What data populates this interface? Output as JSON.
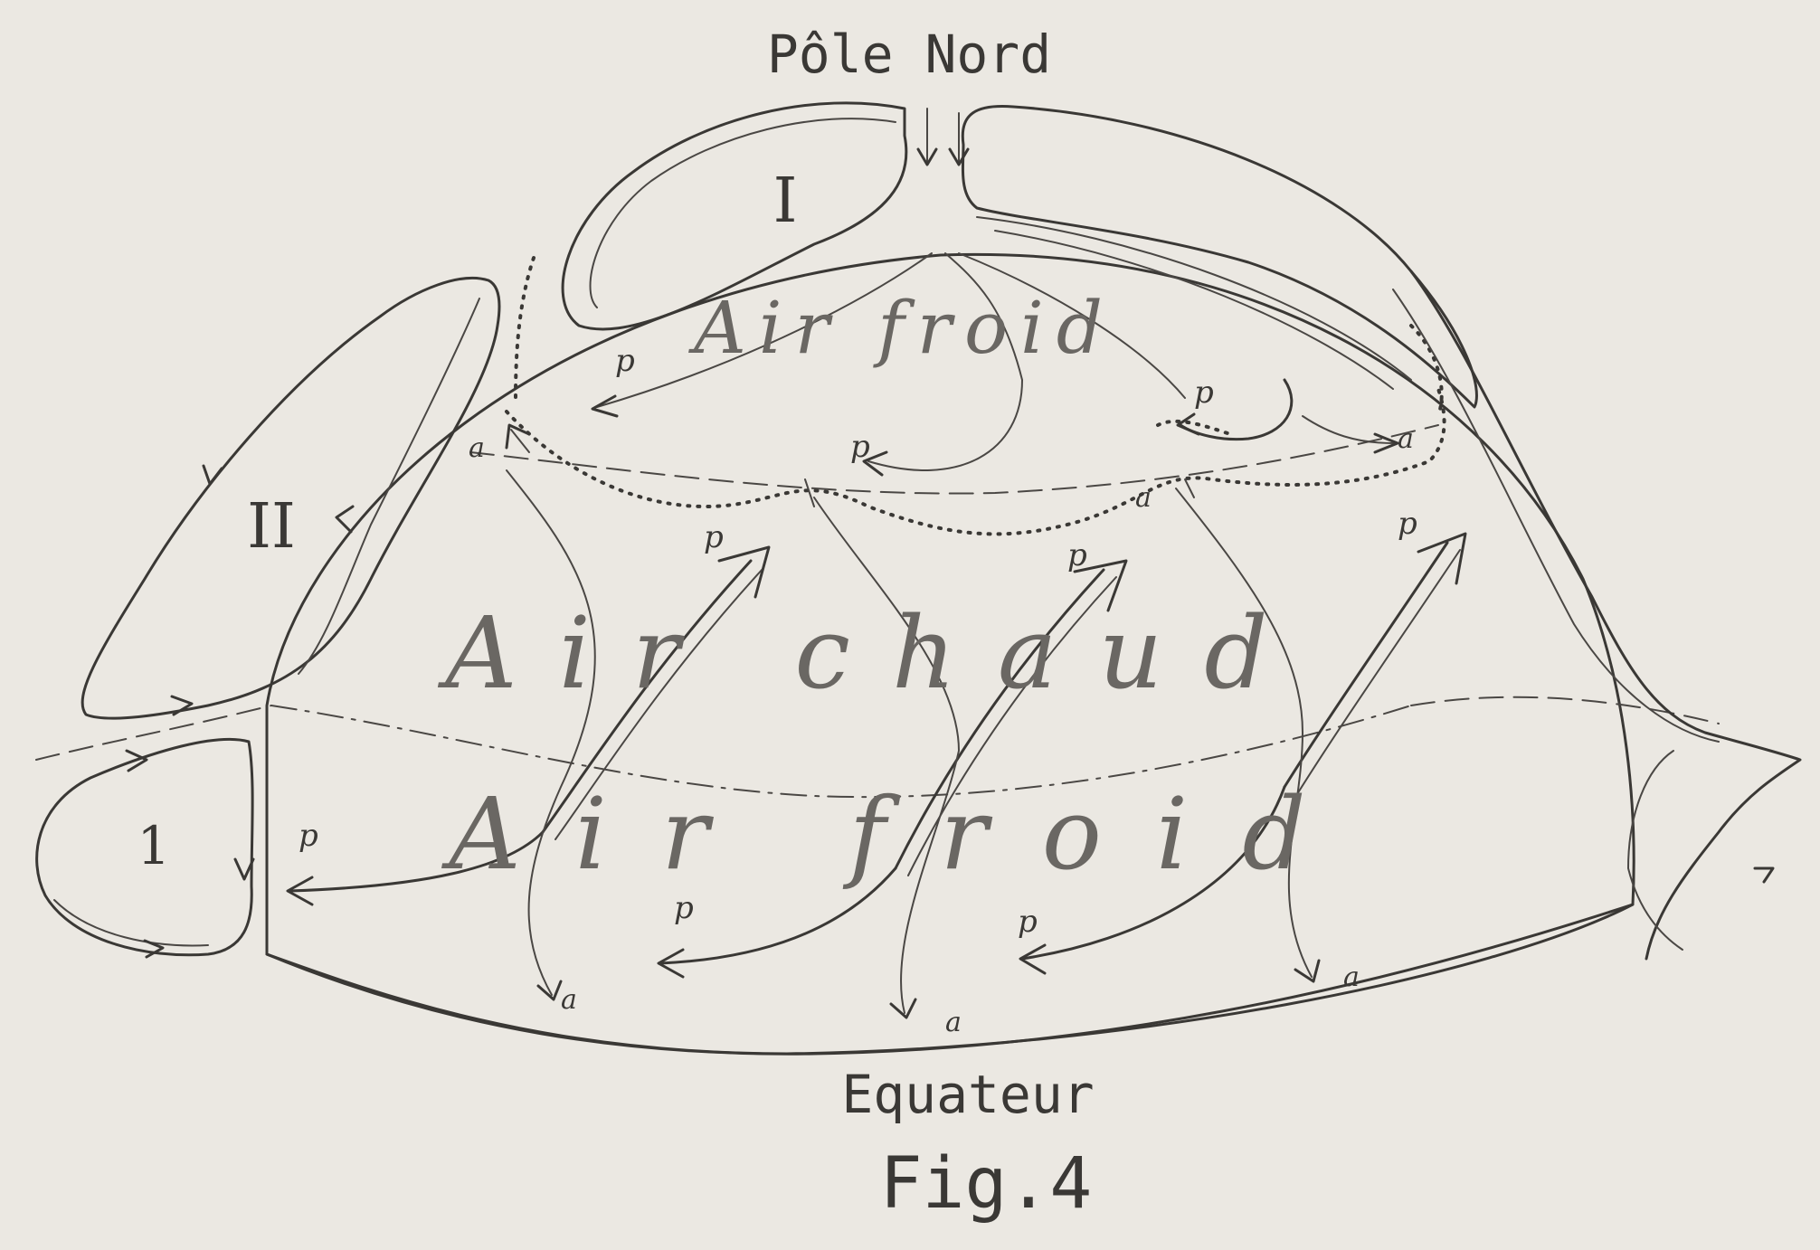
{
  "labels": {
    "top": "Pôle Nord",
    "bottom": "Equateur",
    "figure": "Fig.4"
  },
  "cells": {
    "cell_I_top": "I",
    "cell_II": "II",
    "cell_I_left": "1"
  },
  "zones": {
    "upper": "Air froid",
    "middle": "Air chaud",
    "lower": "Air froid"
  },
  "markers": {
    "p": "p",
    "a": "a"
  }
}
